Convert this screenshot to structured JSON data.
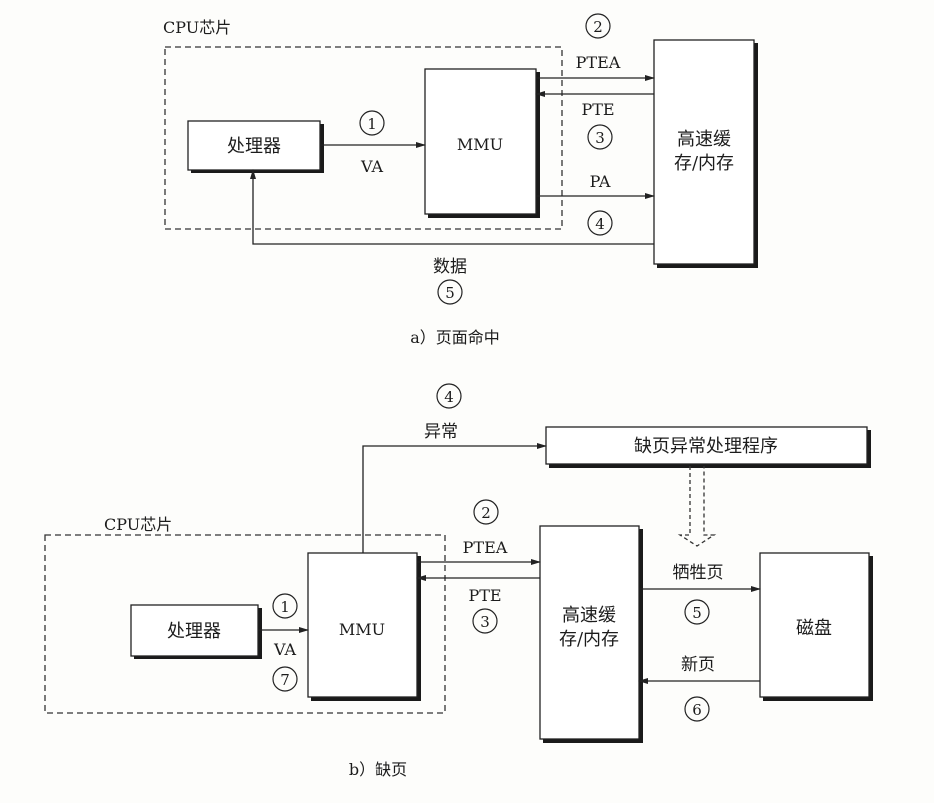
{
  "diagram_a": {
    "caption": "a）页面命中",
    "cpu_chip_label": "CPU芯片",
    "processor_label": "处理器",
    "mmu_label": "MMU",
    "cache_label_line1": "高速缓",
    "cache_label_line2": "存/内存",
    "steps": [
      {
        "num": "1",
        "label": "VA"
      },
      {
        "num": "2",
        "label": "PTEA"
      },
      {
        "num": "3",
        "label": "PTE"
      },
      {
        "num": "4",
        "label": "PA"
      },
      {
        "num": "5",
        "label": "数据"
      }
    ]
  },
  "diagram_b": {
    "caption": "b）缺页",
    "cpu_chip_label": "CPU芯片",
    "processor_label": "处理器",
    "mmu_label": "MMU",
    "cache_label_line1": "高速缓",
    "cache_label_line2": "存/内存",
    "disk_label": "磁盘",
    "handler_label": "缺页异常处理程序",
    "steps": [
      {
        "num": "1",
        "label": "VA"
      },
      {
        "num": "2",
        "label": "PTEA"
      },
      {
        "num": "3",
        "label": "PTE"
      },
      {
        "num": "4",
        "label": "异常"
      },
      {
        "num": "5",
        "label": "牺牲页"
      },
      {
        "num": "6",
        "label": "新页"
      },
      {
        "num": "7",
        "label": ""
      }
    ]
  }
}
